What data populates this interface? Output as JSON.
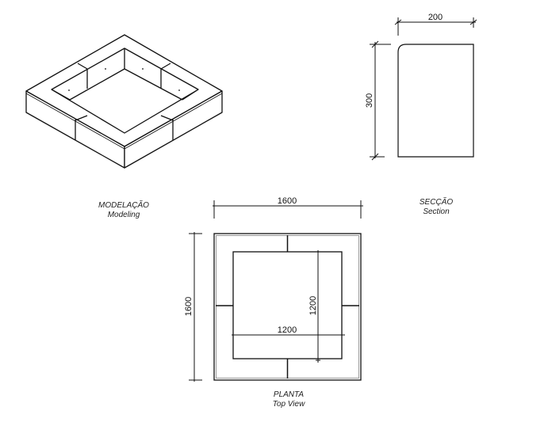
{
  "views": {
    "modeling": {
      "title": "MODELAÇÃO",
      "subtitle": "Modeling"
    },
    "section": {
      "title": "SECÇÃO",
      "subtitle": "Section",
      "dimensions": {
        "width": "200",
        "height": "300"
      }
    },
    "plan": {
      "title": "PLANTA",
      "subtitle": "Top View",
      "dimensions": {
        "outer_width": "1600",
        "outer_height": "1600",
        "inner_width": "1200",
        "inner_height": "1200"
      }
    }
  },
  "colors": {
    "line": "#111111",
    "background": "#ffffff"
  }
}
